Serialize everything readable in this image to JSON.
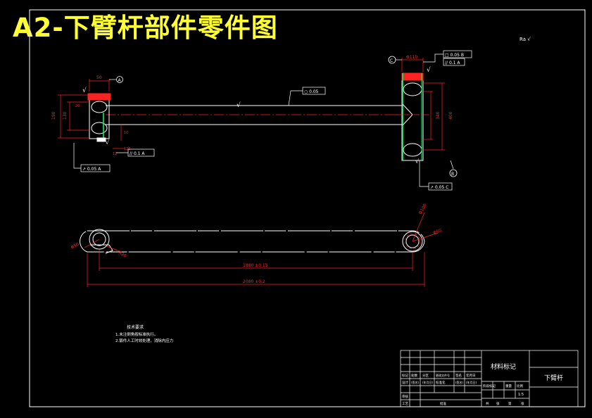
{
  "drawing": {
    "title": "A2-下臂杆部件零件图",
    "colors": {
      "background": "#000000",
      "part_outline": "#ffffff",
      "dimension": "#ff2222",
      "leader": "#ffffff",
      "accent": "#00ff66",
      "title_text": "#ffff33"
    }
  },
  "front_view": {
    "datum_a": "A",
    "datum_b": "B",
    "datum_c": "C",
    "roughness_mark": "√",
    "dim_top_left": "50",
    "dim_height_outer": "190",
    "dim_height_inner": "130",
    "dim_small_1": "20",
    "dim_small_2": "10",
    "dim_rod_1": "120",
    "dim_rod_2": "12",
    "dim_right_top": "Φ110",
    "dim_right_height_outer": "400",
    "dim_right_height_inner": "340",
    "tol_rod_round": "○ 0.05",
    "tol_left_parallel": "// 0.1 A",
    "tol_left_runout": "↗ 0.05 A",
    "tol_right_top_1": "□ 0.05 B",
    "tol_right_top_2": "// 0.1 A",
    "tol_right_bottom": "↗ 0.05 C",
    "corner_roughness": "Ra √"
  },
  "top_view": {
    "dim_length_inner": "1880 ±0.15",
    "dim_length_outer": "2080 ±0.2",
    "dim_left_hole": "Φ50",
    "dim_left_small": "R20",
    "dim_right_hole_1": "Φ100",
    "dim_right_hole_2": "Φ50"
  },
  "notes": {
    "heading": "技术要求",
    "line1": "1.未注倒角按标准执行。",
    "line2": "2.锻件人工时效处理，消除内应力"
  },
  "title_block": {
    "material_label": "材料标记",
    "part_name": "下臂杆",
    "row_labels": [
      "标记",
      "处数",
      "分区",
      "更改文件号",
      "签名",
      "年月日"
    ],
    "row2": [
      "设计",
      "(签名)",
      "(年月日)",
      "标准化",
      "(签名)",
      "(年月日)"
    ],
    "stage_labels": [
      "阶段标记",
      "重量",
      "比例"
    ],
    "scale": "1:5",
    "bottom_labels": [
      "审核",
      "工艺",
      "批准"
    ],
    "sheet_labels": [
      "共",
      "张",
      "第",
      "张"
    ]
  }
}
